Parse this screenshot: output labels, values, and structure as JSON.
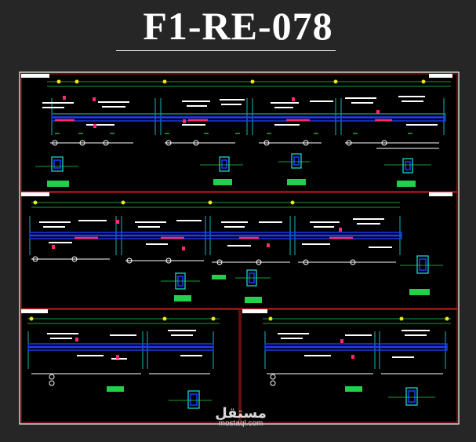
{
  "title": "F1-RE-078",
  "watermark": {
    "arabic": "مستقل",
    "latin": "mostaql.com"
  },
  "colors": {
    "background": "#262626",
    "sheet": "#000000",
    "frame": "#d8d8d8",
    "border_red": "#c81e1e",
    "beam_blue": "#1e3cff",
    "beam_green": "#22d04a",
    "cyan": "#19e6e6",
    "magenta": "#ff2a6d",
    "yellow": "#e6e61a",
    "white": "#ffffff"
  }
}
